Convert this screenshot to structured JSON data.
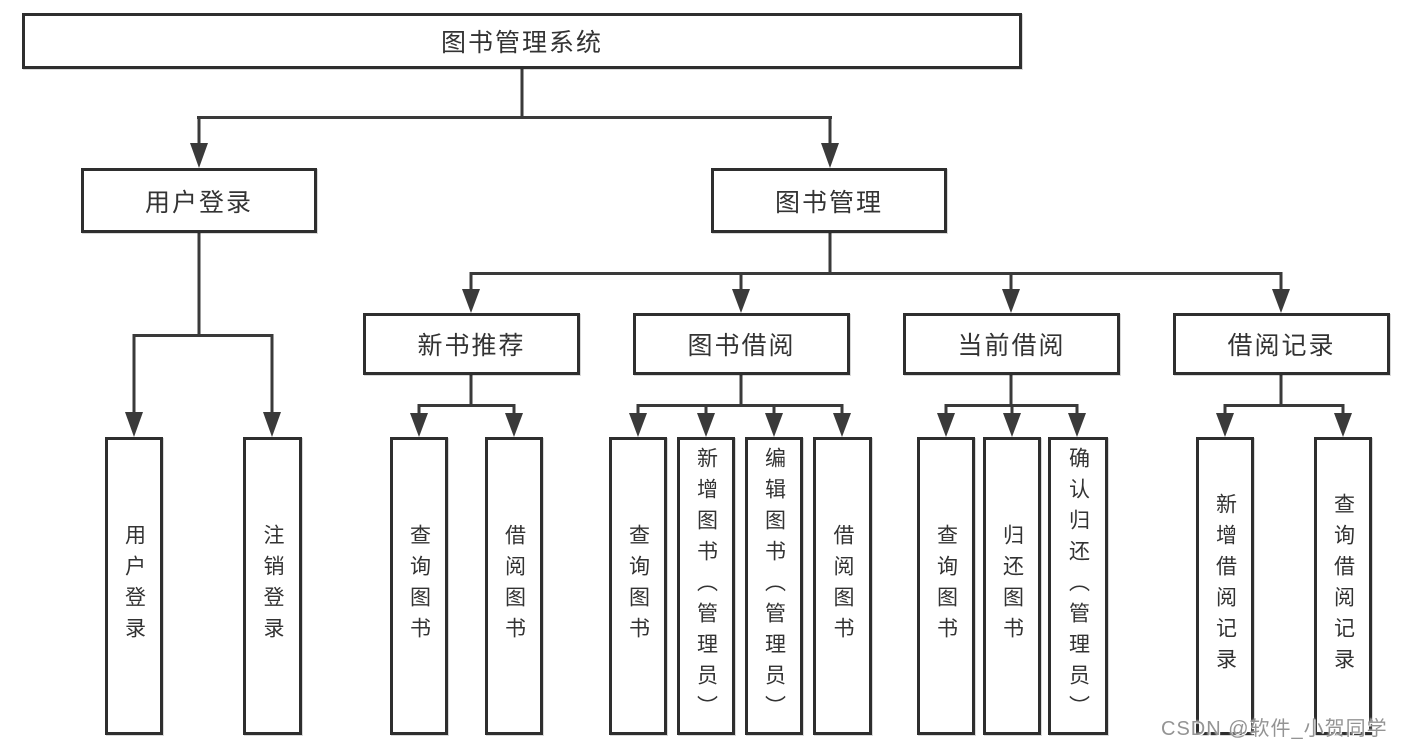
{
  "diagram": {
    "root": {
      "label": "图书管理系统"
    },
    "branches": [
      {
        "label": "用户登录",
        "children": [
          {
            "label": "用户登录"
          },
          {
            "label": "注销登录"
          }
        ]
      },
      {
        "label": "图书管理",
        "children": [
          {
            "label": "新书推荐",
            "children": [
              {
                "label": "查询图书"
              },
              {
                "label": "借阅图书"
              }
            ]
          },
          {
            "label": "图书借阅",
            "children": [
              {
                "label": "查询图书"
              },
              {
                "label": "新增图书（管理员）"
              },
              {
                "label": "编辑图书（管理员）"
              },
              {
                "label": "借阅图书"
              }
            ]
          },
          {
            "label": "当前借阅",
            "children": [
              {
                "label": "查询图书"
              },
              {
                "label": "归还图书"
              },
              {
                "label": "确认归还（管理员）"
              }
            ]
          },
          {
            "label": "借阅记录",
            "children": [
              {
                "label": "新增借阅记录"
              },
              {
                "label": "查询借阅记录"
              }
            ]
          }
        ]
      }
    ],
    "watermark": "CSDN @软件_小贺同学",
    "colors": {
      "line": "#3a3a3a",
      "border": "#2e2e2e",
      "watermark": "#949494",
      "background": "#ffffff"
    }
  }
}
